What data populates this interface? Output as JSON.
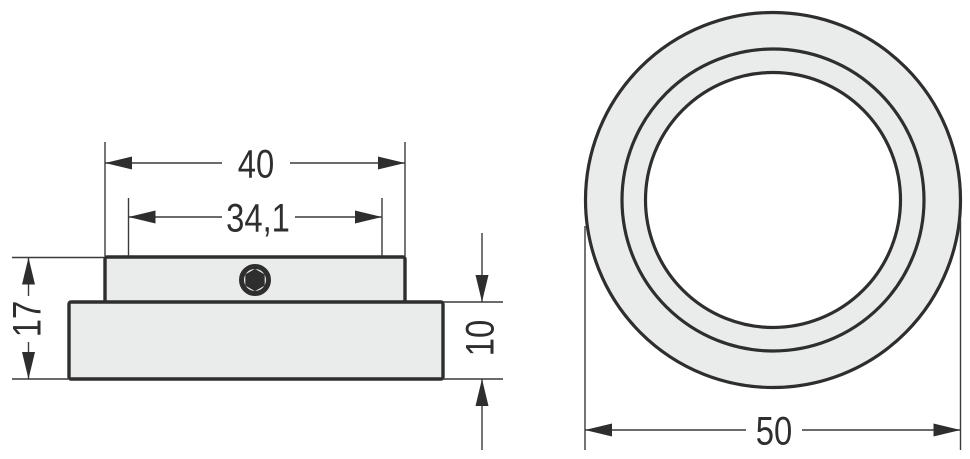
{
  "drawing": {
    "kind": "technical-dimension-drawing",
    "colors": {
      "background": "#ffffff",
      "part_fill": "#eaebeb",
      "line": "#2e2e2e"
    },
    "side_view": {
      "dimensions": {
        "collar_width": "40",
        "socket_width": "34,1",
        "total_height": "17",
        "base_height": "10"
      }
    },
    "front_view": {
      "dimensions": {
        "outer_diameter": "50"
      }
    }
  }
}
